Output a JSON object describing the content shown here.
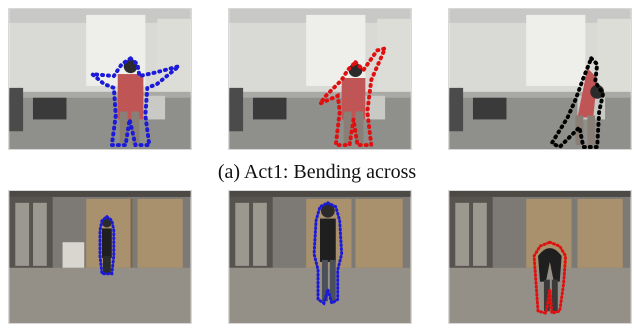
{
  "figure": {
    "captions": {
      "a": "(a) Act1: Bending across"
    },
    "contour_colors": {
      "blue": "#1a1ad8",
      "red": "#e01010",
      "black": "#000000"
    },
    "rows": [
      {
        "scene": "office",
        "frames": [
          {
            "contour": "blue",
            "pose": "arms-out"
          },
          {
            "contour": "red",
            "pose": "arm-up-left"
          },
          {
            "contour": "black",
            "pose": "bend-side"
          }
        ]
      },
      {
        "scene": "hall",
        "frames": [
          {
            "contour": "blue",
            "pose": "standing-far"
          },
          {
            "contour": "blue",
            "pose": "standing-near"
          },
          {
            "contour": "red",
            "pose": "bend-forward"
          }
        ]
      }
    ]
  }
}
